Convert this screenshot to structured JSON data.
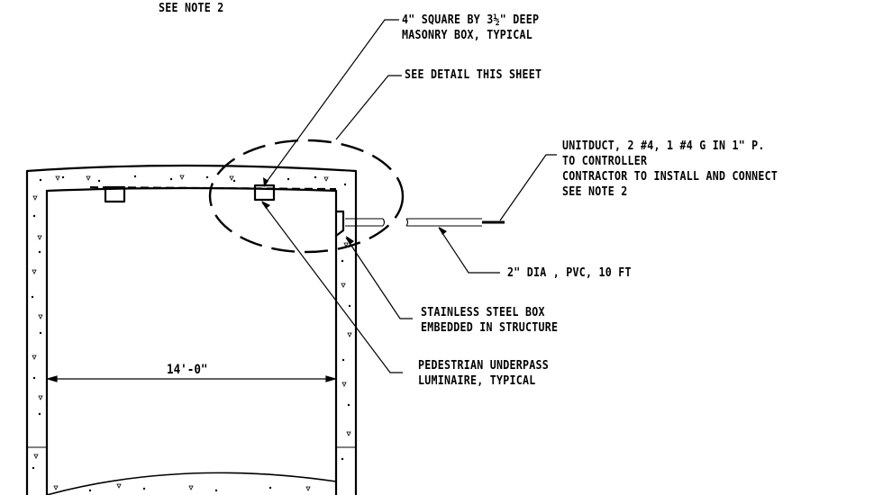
{
  "notes": {
    "top_left": "SEE NOTE 2",
    "masonry_box": [
      "4\" SQUARE BY 3½\" DEEP",
      "MASONRY BOX, TYPICAL"
    ],
    "see_detail": "SEE DETAIL THIS SHEET",
    "unitduct": [
      "UNITDUCT, 2 #4, 1 #4 G IN 1\" P.",
      "TO CONTROLLER",
      "CONTRACTOR TO INSTALL AND CONNECT",
      "SEE NOTE 2"
    ],
    "pvc": "2\" DIA , PVC, 10 FT",
    "stainless": [
      "STAINLESS STEEL BOX",
      "EMBEDDED IN STRUCTURE"
    ],
    "luminaire": [
      "PEDESTRIAN UNDERPASS",
      "LUMINAIRE, TYPICAL"
    ]
  },
  "dimension": "14'-0\""
}
